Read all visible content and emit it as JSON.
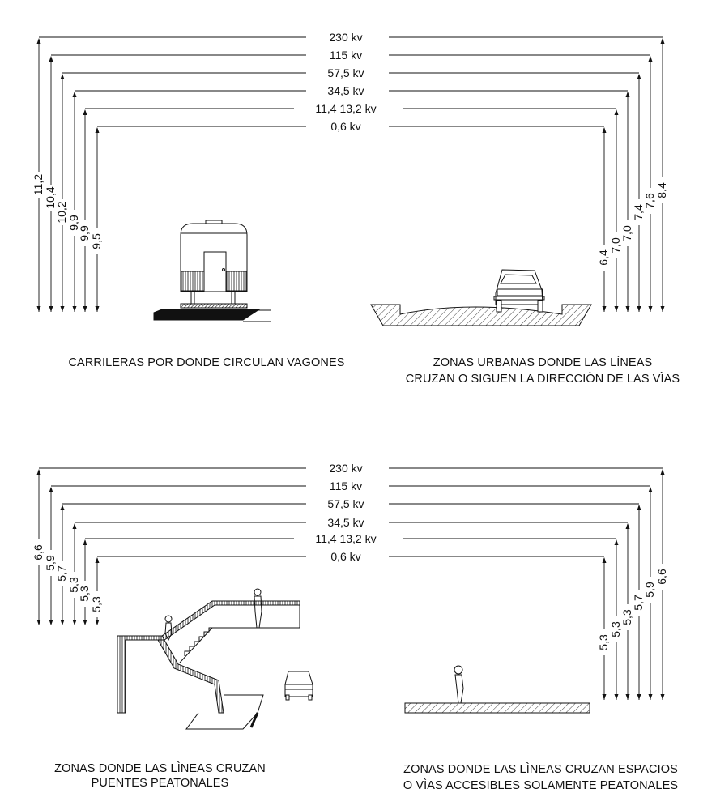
{
  "colors": {
    "ink": "#111111",
    "background": "#ffffff"
  },
  "panels": [
    {
      "id": "railway",
      "voltages": [
        "230 kv",
        "115 kv",
        "57,5 kv",
        "34,5 kv",
        "11,4 13,2 kv",
        "0,6 kv"
      ],
      "left_clearances": [
        "11,2",
        "10,4",
        "10,2",
        "9,9",
        "9,9",
        "9,5"
      ],
      "right_clearances": [],
      "caption": [
        "CARRILERAS POR DONDE CIRCULAN VAGONES"
      ]
    },
    {
      "id": "urban-roads",
      "voltages": [],
      "left_clearances": [],
      "right_clearances": [
        "8,4",
        "7,6",
        "7,4",
        "7,0",
        "7,0",
        "6,4"
      ],
      "caption": [
        "ZONAS URBANAS DONDE LAS LÌNEAS",
        "CRUZAN O SIGUEN LA DIRECCIÒN DE LAS VÌAS"
      ]
    },
    {
      "id": "pedestrian-bridges",
      "voltages": [
        "230 kv",
        "115 kv",
        "57,5 kv",
        "34,5 kv",
        "11,4 13,2 kv",
        "0,6 kv"
      ],
      "left_clearances": [
        "6,6",
        "5,9",
        "5,7",
        "5,3",
        "5,3",
        "5,3"
      ],
      "right_clearances": [],
      "caption": [
        "ZONAS DONDE LAS LÌNEAS CRUZAN",
        "PUENTES PEATONALES"
      ]
    },
    {
      "id": "pedestrian-only",
      "voltages": [],
      "left_clearances": [],
      "right_clearances": [
        "6,6",
        "5,9",
        "5,7",
        "5,3",
        "5,3",
        "5,3"
      ],
      "caption": [
        "ZONAS DONDE LAS LÌNEAS CRUZAN ESPACIOS",
        "O VÌAS ACCESIBLES SOLAMENTE PEATONALES"
      ]
    }
  ]
}
